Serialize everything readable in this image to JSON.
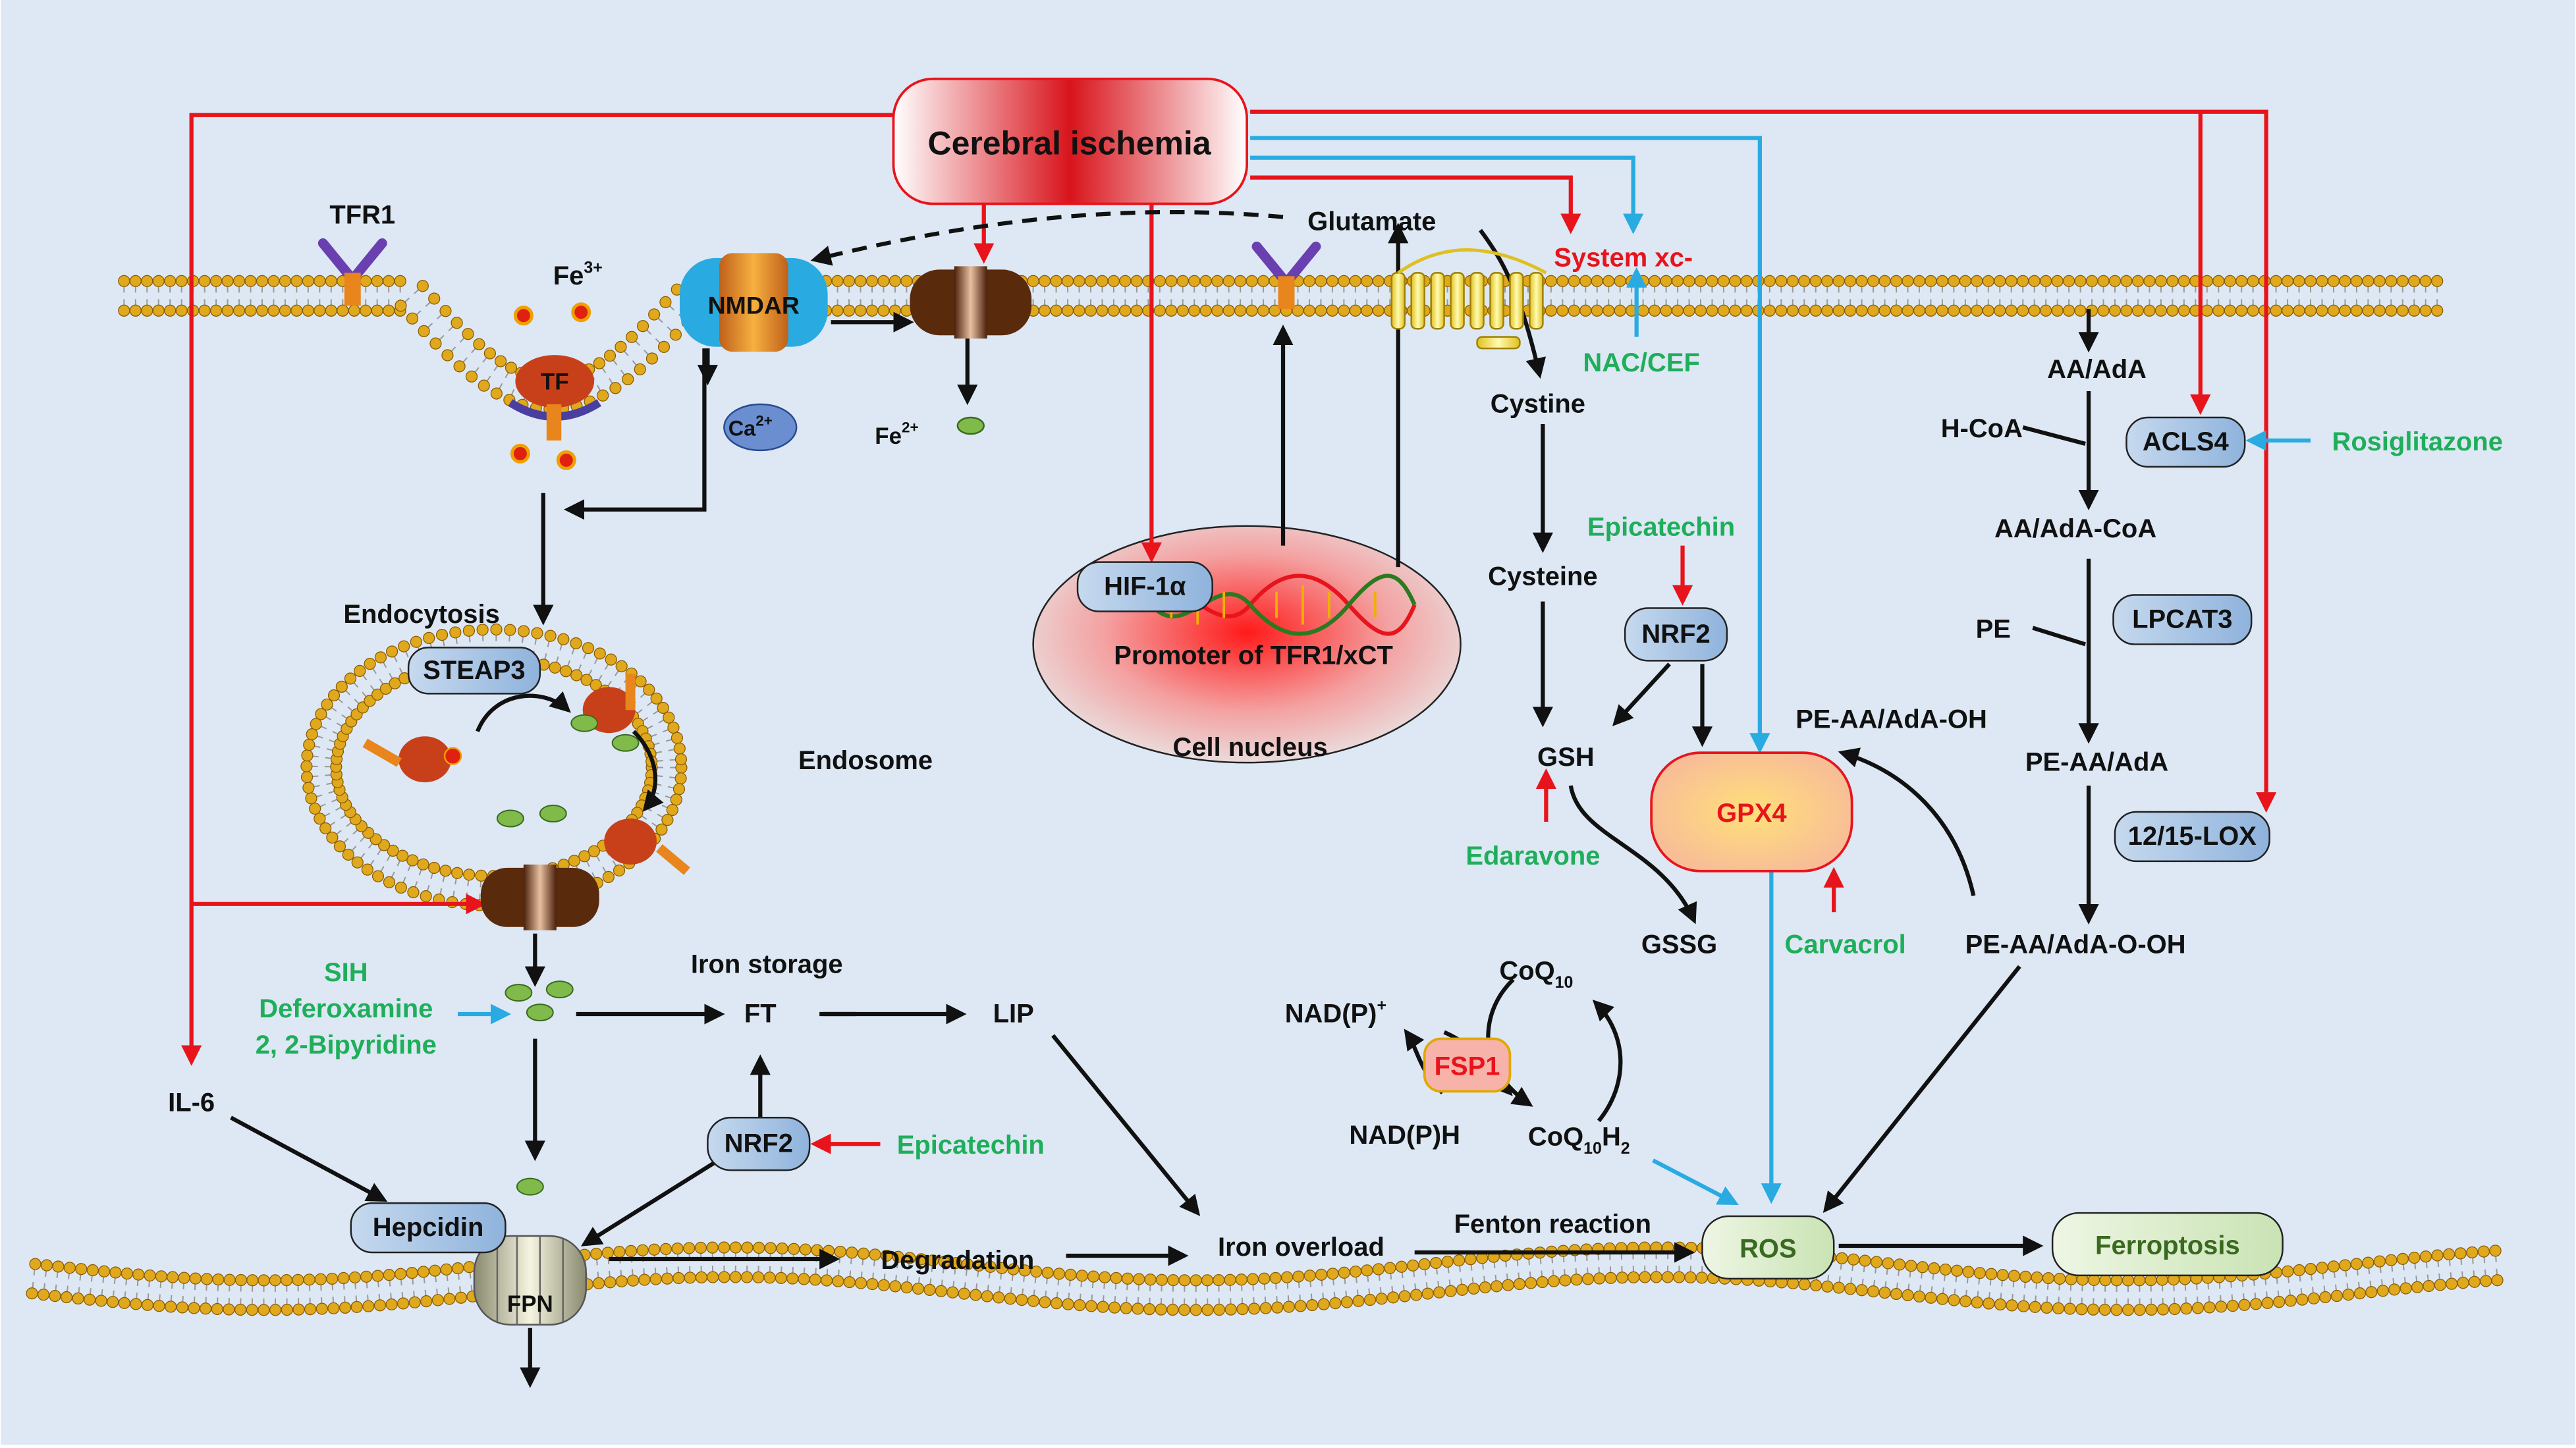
{
  "colors": {
    "background": "#dde8f4",
    "inhibitor_text": "#1fae5a",
    "highlight_text": "#e8141c",
    "red_arrow": "#e8141c",
    "blue_arrow": "#29abe2",
    "black_arrow": "#111111",
    "membrane_head": "#e0a81c",
    "channel_brown": "#5a2a0c",
    "nmdar_blue": "#29abe2"
  },
  "title": "Cerebral ischemia",
  "membrane_labels": {
    "tfr1": "TFR1",
    "fe3": "Fe",
    "fe3_sup": "3+",
    "tf": "TF",
    "nmdar": "NMDAR",
    "ca": "Ca",
    "ca_sup": "2+",
    "fe2": "Fe",
    "fe2_sup": "2+",
    "glutamate": "Glutamate",
    "system_xc": "System xc-",
    "nac_cef": "NAC/CEF",
    "cystine": "Cystine"
  },
  "endosome": {
    "endocytosis": "Endocytosis",
    "steap3": "STEAP3",
    "endosome": "Endosome"
  },
  "nucleus": {
    "hif": "HIF-1α",
    "promoter": "Promoter of TFR1/xCT",
    "cell_nucleus": "Cell nucleus"
  },
  "gsh_pathway": {
    "epicatechin_top": "Epicatechin",
    "cysteine": "Cysteine",
    "nrf2": "NRF2",
    "gsh": "GSH",
    "edaravone": "Edaravone",
    "gssg": "GSSG",
    "gpx4": "GPX4",
    "carvacrol": "Carvacrol",
    "pe_aa_oh": "PE-AA/AdA-OH",
    "coq10": "CoQ",
    "coq10_sub": "10",
    "nadp_plus": "NAD(P)",
    "nadp_plus_sup": "+",
    "fsp1": "FSP1",
    "nadph": "NAD(P)H",
    "coq10h2": "CoQ",
    "coq10h2_sub": "10",
    "coq10h2_h": "H",
    "coq10h2_sub2": "2"
  },
  "lipid_pathway": {
    "aa_ada": "AA/AdA",
    "hcoa": "H-CoA",
    "acls4": "ACLS4",
    "rosiglitazone": "Rosiglitazone",
    "aa_ada_coa": "AA/AdA-CoA",
    "pe": "PE",
    "lpcat3": "LPCAT3",
    "pe_aa_ada": "PE-AA/AdA",
    "lox": "12/15-LOX",
    "pe_aa_ooh": "PE-AA/AdA-O-OH"
  },
  "iron_pathway": {
    "sih": "SIH",
    "deferoxamine": "Deferoxamine",
    "bipyridine": "2, 2-Bipyridine",
    "iron_storage": "Iron storage",
    "ft": "FT",
    "lip": "LIP",
    "il6": "IL-6",
    "nrf2": "NRF2",
    "epicatechin": "Epicatechin",
    "hepcidin": "Hepcidin",
    "fpn": "FPN",
    "degradation": "Degradation",
    "iron_overload": "Iron overload",
    "fenton": "Fenton reaction",
    "ros": "ROS",
    "ferroptosis": "Ferroptosis"
  }
}
